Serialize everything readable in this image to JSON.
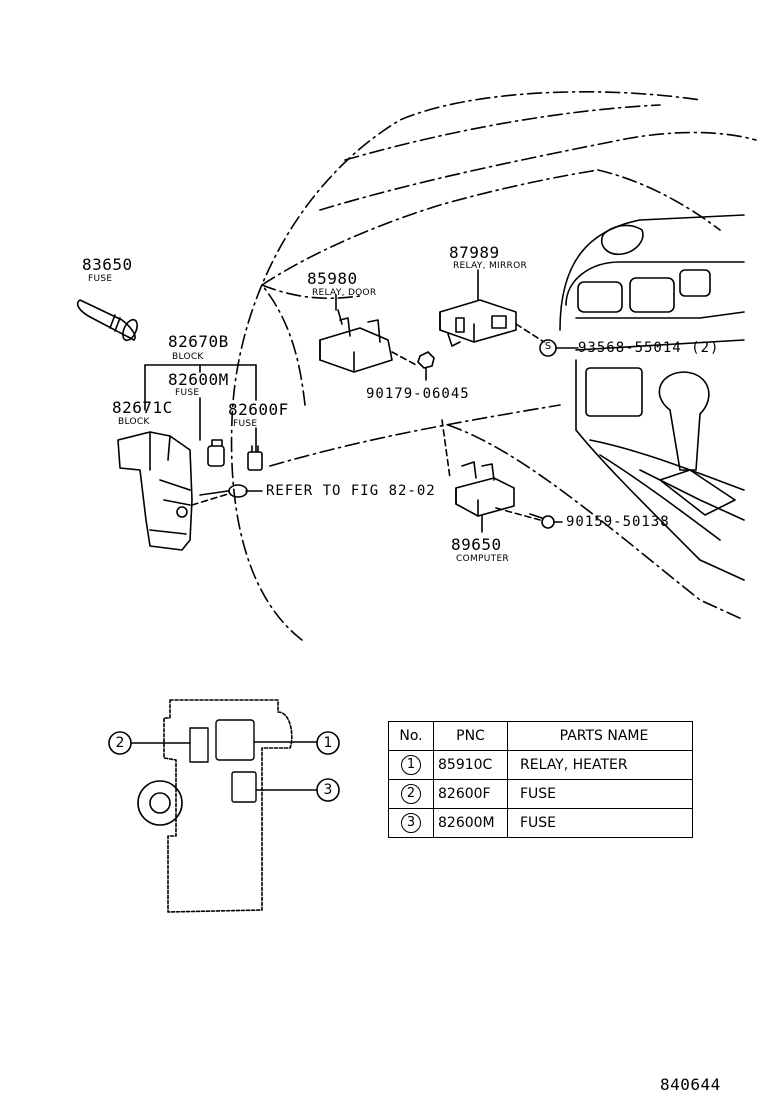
{
  "callouts": [
    {
      "id": "c83650",
      "number": "83650",
      "desc": "FUSE"
    },
    {
      "id": "c82670b",
      "number": "82670B",
      "desc": "BLOCK"
    },
    {
      "id": "c82600m",
      "number": "82600M",
      "desc": "FUSE"
    },
    {
      "id": "c82671c",
      "number": "82671C",
      "desc": "BLOCK"
    },
    {
      "id": "c82600f",
      "number": "82600F",
      "desc": "FUSE"
    },
    {
      "id": "c85980",
      "number": "85980",
      "desc": "RELAY, DOOR"
    },
    {
      "id": "c87989",
      "number": "87989",
      "desc": "RELAY, MIRROR"
    },
    {
      "id": "c93568",
      "number": "93568-55014 (2)",
      "desc": ""
    },
    {
      "id": "c90179",
      "number": "90179-06045",
      "desc": ""
    },
    {
      "id": "c89650",
      "number": "89650",
      "desc": "COMPUTER"
    },
    {
      "id": "c90159",
      "number": "90159-50138",
      "desc": ""
    }
  ],
  "refer_note": "REFER TO FIG 82-02",
  "screw_symbol": "S",
  "inset_markers": [
    "1",
    "2",
    "3"
  ],
  "parts_table": {
    "headers": [
      "No.",
      "PNC",
      "PARTS NAME"
    ],
    "rows": [
      {
        "no": "1",
        "pnc": "85910C",
        "name": "RELAY, HEATER"
      },
      {
        "no": "2",
        "pnc": "82600F",
        "name": "FUSE"
      },
      {
        "no": "3",
        "pnc": "82600M",
        "name": "FUSE"
      }
    ]
  },
  "figure_id": "840644"
}
